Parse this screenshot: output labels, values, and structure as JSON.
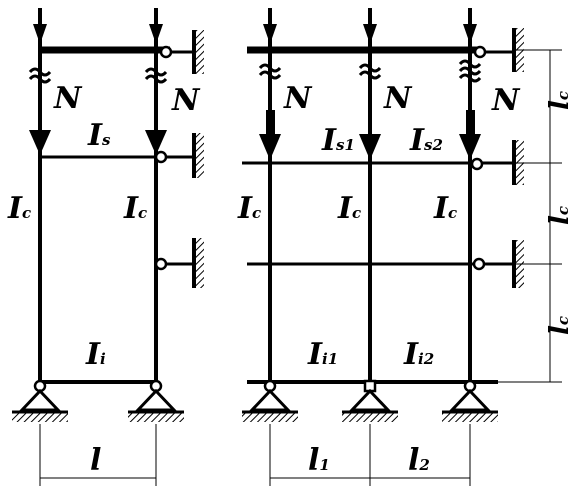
{
  "left_frame": {
    "load_symbols": [
      "N",
      "N"
    ],
    "beam_top": {
      "main": "I",
      "sub": "s"
    },
    "beam_bottom": {
      "main": "I",
      "sub": "i"
    },
    "columns": [
      {
        "main": "I",
        "sub": "c"
      },
      {
        "main": "I",
        "sub": "c"
      }
    ],
    "span": "l"
  },
  "right_frame": {
    "load_symbols": [
      "N",
      "N",
      "N"
    ],
    "beam_top": [
      {
        "main": "I",
        "sub": "s1"
      },
      {
        "main": "I",
        "sub": "s2"
      }
    ],
    "beam_bottom": [
      {
        "main": "I",
        "sub": "i1"
      },
      {
        "main": "I",
        "sub": "i2"
      }
    ],
    "columns": [
      {
        "main": "I",
        "sub": "c"
      },
      {
        "main": "I",
        "sub": "c"
      },
      {
        "main": "I",
        "sub": "c"
      }
    ],
    "spans": [
      {
        "main": "l",
        "sub": "1"
      },
      {
        "main": "l",
        "sub": "2"
      }
    ],
    "storey_heights": [
      {
        "main": "l",
        "sub": "c"
      },
      {
        "main": "l",
        "sub": "c"
      },
      {
        "main": "l",
        "sub": "c"
      }
    ]
  }
}
